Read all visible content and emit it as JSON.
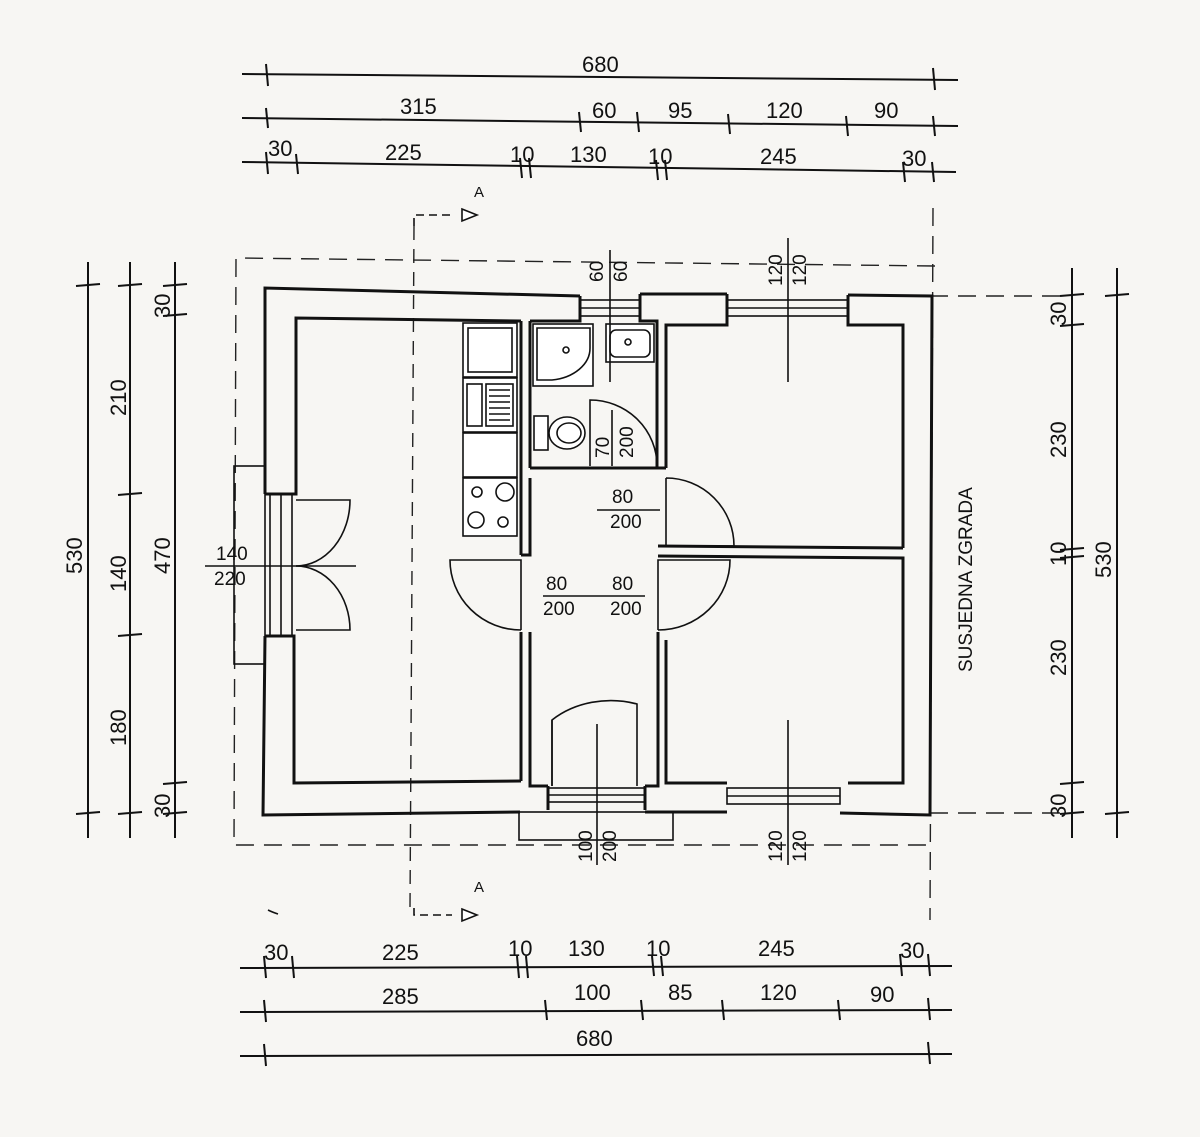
{
  "neighbor_label": "SUSJEDNA ZGRADA",
  "section_mark": "A",
  "dims_top": {
    "total": "680",
    "row2": [
      "315",
      "60",
      "95",
      "120",
      "90"
    ],
    "row3": [
      "30",
      "225",
      "10",
      "130",
      "10",
      "245",
      "30"
    ]
  },
  "dims_bottom": {
    "row1": [
      "30",
      "225",
      "10",
      "130",
      "10",
      "245",
      "30"
    ],
    "row2": [
      "285",
      "100",
      "85",
      "120",
      "90"
    ],
    "total": "680"
  },
  "dims_left": {
    "total": "530",
    "col2": [
      "210",
      "140",
      "180"
    ],
    "col3_total": "470",
    "col3_ends": [
      "30",
      "30"
    ]
  },
  "dims_right": {
    "col1": [
      "30",
      "230",
      "10",
      "230",
      "30"
    ],
    "total": "530"
  },
  "openings": {
    "bath_window": [
      "60",
      "60"
    ],
    "top_right_window": [
      "120",
      "120"
    ],
    "bath_door": [
      "70",
      "200"
    ],
    "hall_door_upper": [
      "80",
      "200"
    ],
    "kitchen_door": [
      "80",
      "200"
    ],
    "hall_door_lower": [
      "80",
      "200"
    ],
    "left_door": [
      "140",
      "220"
    ],
    "entrance_door": [
      "100",
      "200"
    ],
    "bottom_right_window": [
      "120",
      "120"
    ]
  }
}
